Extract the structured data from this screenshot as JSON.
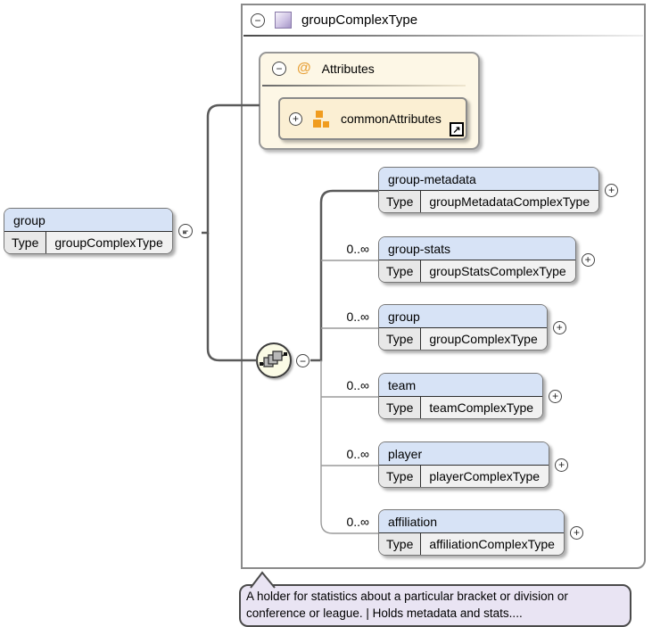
{
  "container": {
    "title": "groupComplexType"
  },
  "attributes": {
    "title": "Attributes",
    "at_symbol": "@",
    "group_name": "commonAttributes"
  },
  "labels": {
    "type": "Type"
  },
  "root": {
    "name": "group",
    "type": "groupComplexType"
  },
  "children": [
    {
      "name": "group-metadata",
      "type": "groupMetadataComplexType",
      "cardinality": ""
    },
    {
      "name": "group-stats",
      "type": "groupStatsComplexType",
      "cardinality": "0..∞"
    },
    {
      "name": "group",
      "type": "groupComplexType",
      "cardinality": "0..∞"
    },
    {
      "name": "team",
      "type": "teamComplexType",
      "cardinality": "0..∞"
    },
    {
      "name": "player",
      "type": "playerComplexType",
      "cardinality": "0..∞"
    },
    {
      "name": "affiliation",
      "type": "affiliationComplexType",
      "cardinality": "0..∞"
    }
  ],
  "icons": {
    "minus": "−",
    "plus": "+",
    "link_arrow": "↗"
  },
  "annotation": {
    "text": "A holder for statistics about a particular bracket or division or conference or league. | Holds metadata and stats...."
  },
  "colors": {
    "element_header": "#d7e3f6",
    "attributes_bg": "#fdf7e6",
    "attribute_group_bg": "#fbefd3",
    "orange_accent": "#f09c1f",
    "annotation_bg": "#e9e4f3"
  }
}
